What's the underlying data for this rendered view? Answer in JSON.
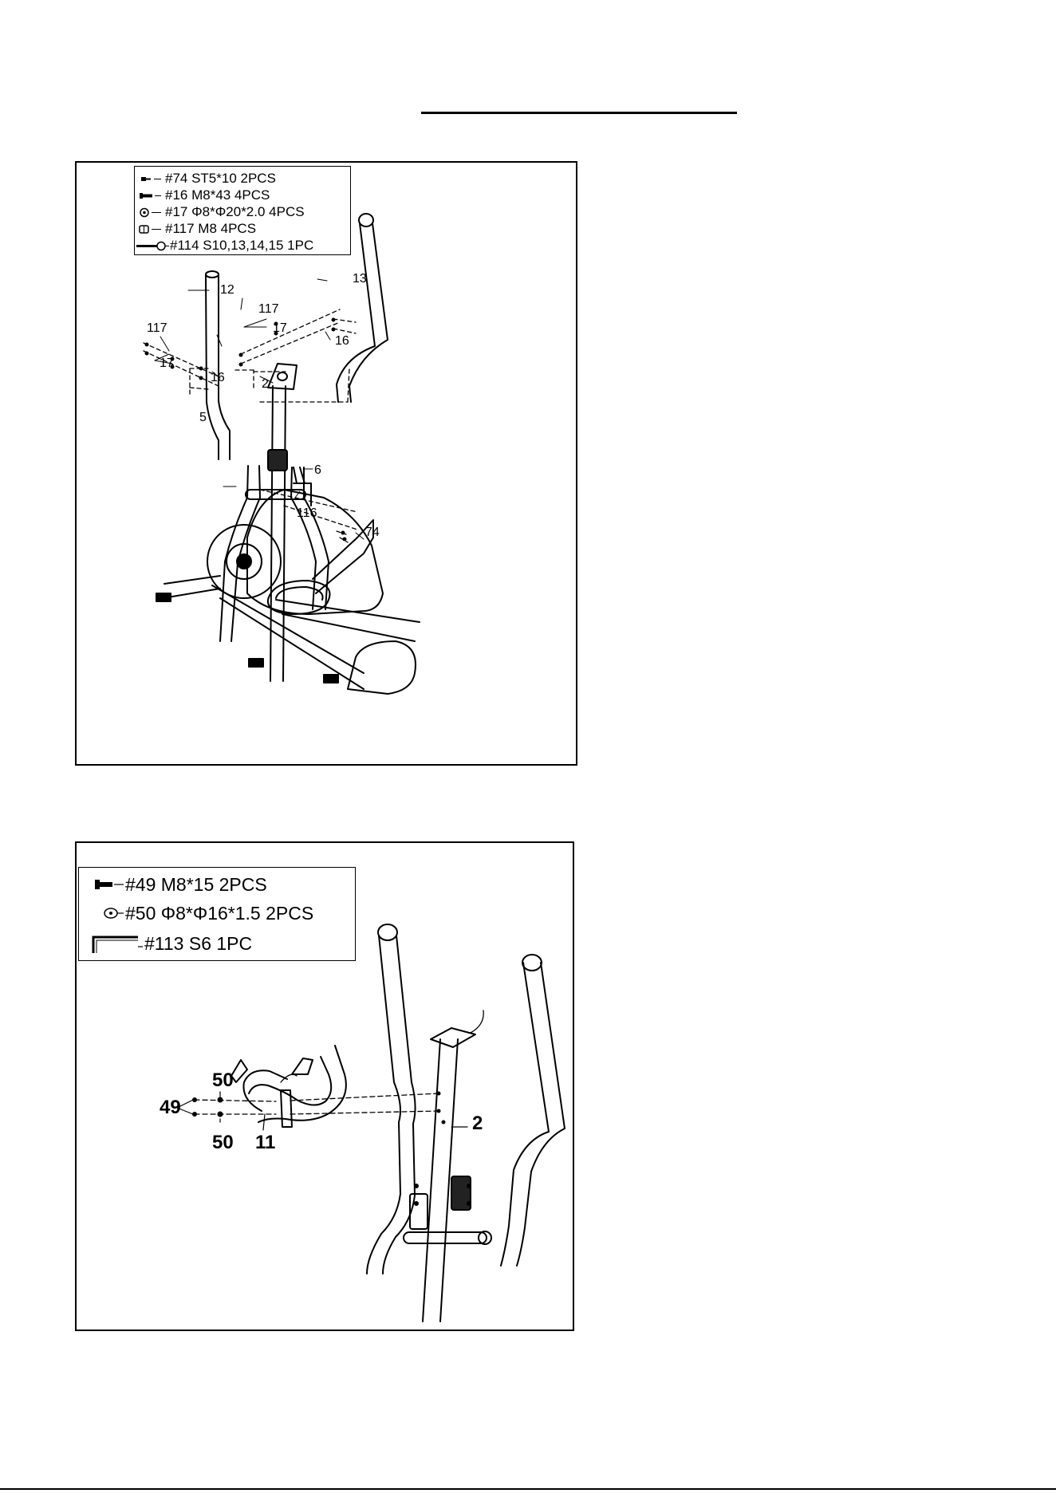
{
  "panel_1": {
    "legend": [
      {
        "icon": "screw-icon",
        "text": "#74 ST5*10 2PCS"
      },
      {
        "icon": "bolt-icon",
        "text": "#16 M8*43 4PCS"
      },
      {
        "icon": "washer-icon",
        "text": "#17 Φ8*Φ20*2.0 4PCS"
      },
      {
        "icon": "nut-icon",
        "text": "#117 M8 4PCS"
      },
      {
        "icon": "wrench-icon",
        "text": "#114 S10,13,14,15 1PC"
      }
    ],
    "callouts": {
      "c12": "12",
      "c13": "13",
      "c117_left": "117",
      "c117_right": "117",
      "c17_left": "17",
      "c17_right": "17",
      "c16_left": "16",
      "c16_right": "16",
      "c2": "2",
      "c5": "5",
      "c6": "6",
      "c74": "74",
      "c116": "116"
    }
  },
  "panel_2": {
    "legend": [
      {
        "icon": "bolt-icon",
        "text": "#49 M8*15  2PCS"
      },
      {
        "icon": "washer-icon",
        "text": "#50 Φ8*Φ16*1.5  2PCS"
      },
      {
        "icon": "allen-key-icon",
        "text": "#113 S6 1PC"
      }
    ],
    "callouts": {
      "c50_top": "50",
      "c50_bottom": "50",
      "c49": "49",
      "c11": "11",
      "c2": "2"
    }
  }
}
